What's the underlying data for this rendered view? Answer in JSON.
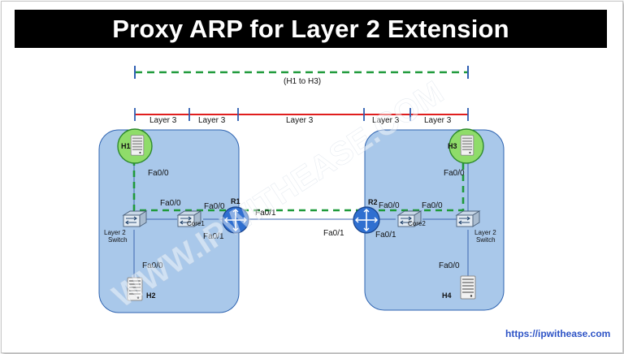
{
  "title": "Proxy ARP for Layer 2 Extension",
  "path_label": "(H1 to H3)",
  "segments": [
    "Layer 3",
    "Layer 3",
    "Layer 3",
    "Layer 3",
    "Layer 3"
  ],
  "hosts": {
    "h1": "H1",
    "h2": "H2",
    "h3": "H3",
    "h4": "H4"
  },
  "switches": {
    "left": [
      "Layer 2",
      "Switch"
    ],
    "right": [
      "Layer 2",
      "Switch"
    ]
  },
  "cores": {
    "core1": "Core1",
    "core2": "Core2"
  },
  "routers": {
    "r1": "R1",
    "r2": "R2"
  },
  "interfaces": {
    "h1_fa00": "Fa0/0",
    "h2_fa00": "Fa0/0",
    "h3_fa00": "Fa0/0",
    "h4_fa00": "Fa0/0",
    "l2sw_left_fa00": "Fa0/0",
    "core1_fa00": "Fa0/0",
    "core1_fa01": "Fa0/1",
    "r1_fa01": "Fa0/1",
    "r2_fa01": "Fa0/1",
    "core2_fa00_left": "Fa0/0",
    "core2_fa00_right": "Fa0/0",
    "core2_fa01": "Fa0/1"
  },
  "watermark": "WWW.IPWITHEASE.COM",
  "website": "https://ipwithease.com",
  "colors": {
    "title_bg": "#000000",
    "site_fill": "#a9c8ea",
    "site_stroke": "#2e63b0",
    "path_green": "#1f9a3a",
    "layer3_red": "#e01e1e",
    "segment_blue": "#2f5fb3",
    "router_blue": "#2f6fd0",
    "highlight_green": "#8fdc6a",
    "link_blue": "#2e54c6"
  },
  "icons": [
    "server-icon",
    "switch-icon",
    "router-icon"
  ]
}
